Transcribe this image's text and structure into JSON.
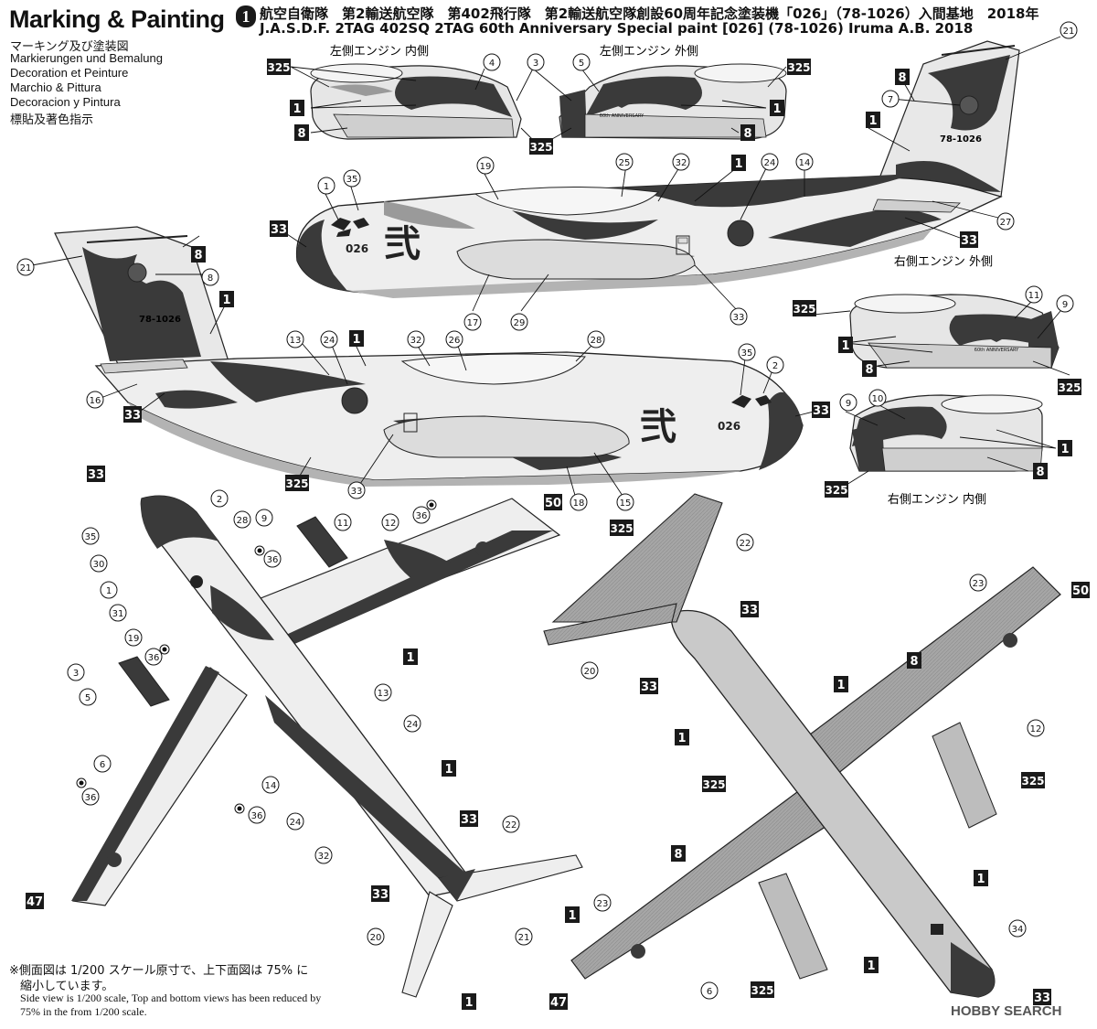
{
  "header": {
    "title": "Marking & Painting",
    "plate_number": "1",
    "line_ja": "航空自衛隊　第2輸送航空隊　第402飛行隊　第2輸送航空隊創設60周年記念塗装機「026」（78-1026）入間基地　2018年",
    "line_en": "J.A.S.D.F. 2TAG 402SQ 2TAG 60th Anniversary Special paint [026] (78-1026) Iruma A.B. 2018"
  },
  "languages": [
    "マーキング及び塗装図",
    "Markierungen und Bemalung",
    "Decoration et Peinture",
    "Marchio & Pittura",
    "Decoracion y Pintura",
    "標貼及著色指示"
  ],
  "engine_labels": {
    "left_inner": "左側エンジン 内側",
    "left_outer": "左側エンジン 外側",
    "right_outer": "右側エンジン 外側",
    "right_inner": "右側エンジン 内側"
  },
  "aircraft_text": {
    "serial": "78-1026",
    "nose_number": "026",
    "kanji": "弐",
    "anniversary": "60th ANNIVERSARY"
  },
  "color_codes": {
    "c1": "1",
    "c8": "8",
    "c33": "33",
    "c47": "47",
    "c50": "50",
    "c325": "325"
  },
  "decal_numbers": {
    "d1": "1",
    "d2": "2",
    "d3": "3",
    "d4": "4",
    "d5": "5",
    "d6": "6",
    "d7": "7",
    "d8": "8",
    "d9": "9",
    "d10": "10",
    "d11": "11",
    "d12": "12",
    "d13": "13",
    "d14": "14",
    "d15": "15",
    "d16": "16",
    "d17": "17",
    "d18": "18",
    "d19": "19",
    "d20": "20",
    "d21": "21",
    "d22": "22",
    "d23": "23",
    "d24": "24",
    "d25": "25",
    "d26": "26",
    "d27": "27",
    "d28": "28",
    "d29": "29",
    "d30": "30",
    "d31": "31",
    "d32": "32",
    "d33": "33",
    "d34": "34",
    "d35": "35",
    "d36": "36"
  },
  "footnote": {
    "ja_line1": "※側面図は 1/200 スケール原寸で、上下面図は 75% に",
    "ja_line2": "縮小しています。",
    "en_line1": "Side view is 1/200 scale, Top and bottom views has been reduced by",
    "en_line2": "75% in the  from 1/200 scale."
  },
  "watermark": "HOBBY SEARCH",
  "colors": {
    "dark": "#3a3a3a",
    "medium": "#9a9a9a",
    "light": "#d9d9d9",
    "under": "#b3b3b3",
    "box_fill": "#1a1a1a",
    "ink": "#111111"
  }
}
